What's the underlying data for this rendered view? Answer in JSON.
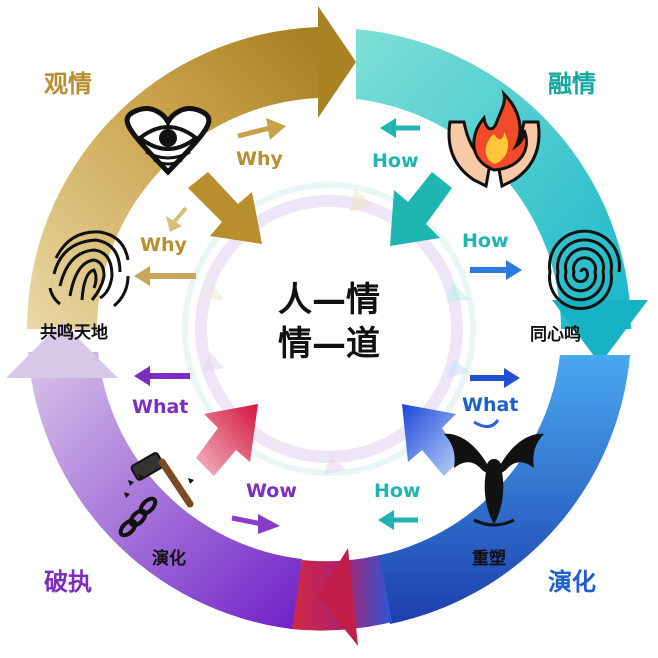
{
  "center": {
    "line1": "人—情",
    "line2": "情—道"
  },
  "quadrants": {
    "top_left": "观情",
    "top_right": "融情",
    "bottom_left": "破执",
    "bottom_right": "演化"
  },
  "keywords": {
    "why_1": "Why",
    "why_2": "Why",
    "how_1": "How",
    "how_2": "How",
    "what_1": "What",
    "what_2": "What",
    "wow": "Wow",
    "how_3": "How"
  },
  "icon_labels": {
    "fingerprint": "共鸣天地",
    "spiral": "同心鸣",
    "hammer": "演化",
    "phoenix": "重塑"
  },
  "colors": {
    "gold": "#B88E2F",
    "teal": "#1FB5B0",
    "blue": "#1E5FD0",
    "purple": "#7A2FC0",
    "crimson": "#C21E4A"
  },
  "icons": [
    "heart-eye-icon",
    "flame-hands-icon",
    "fingerprint-icon",
    "spiral-icon",
    "hammer-chain-icon",
    "phoenix-icon"
  ]
}
